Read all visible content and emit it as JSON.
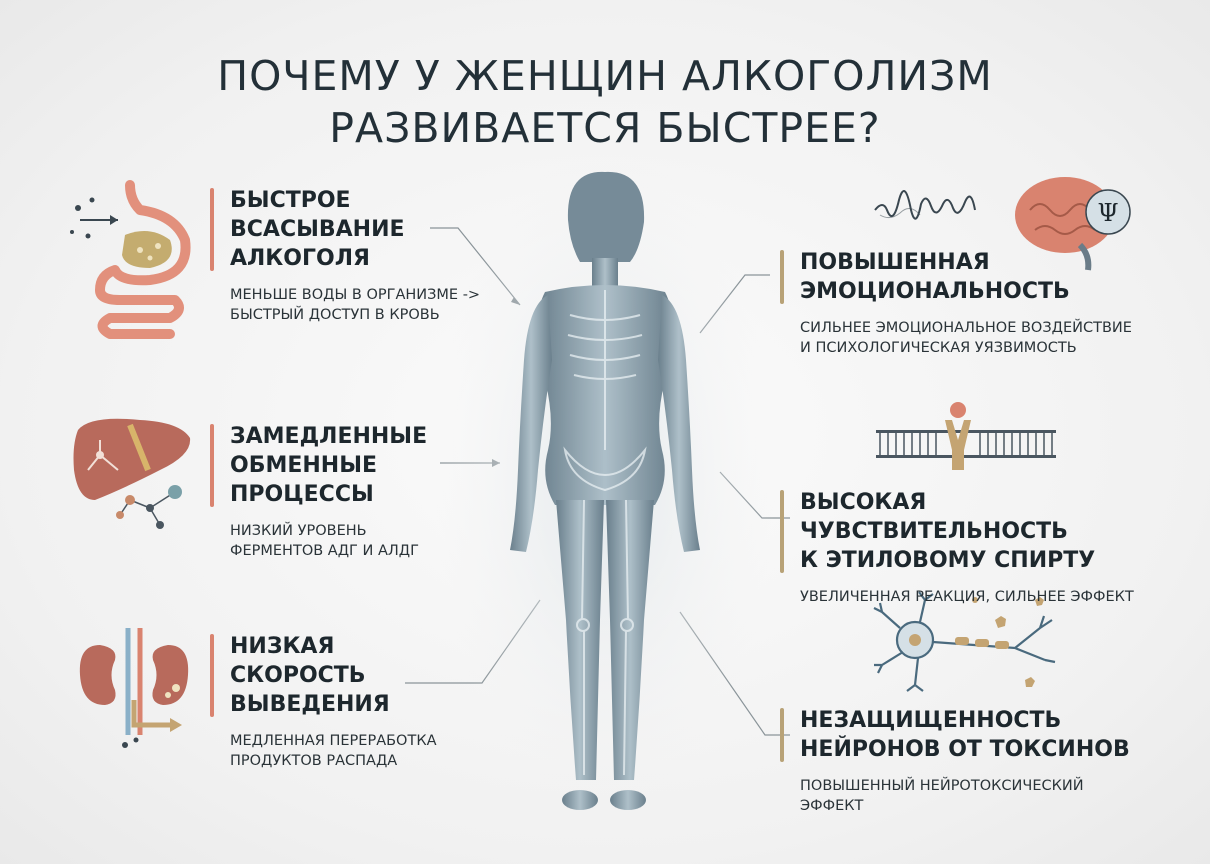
{
  "title": {
    "line1": "ПОЧЕМУ У ЖЕНЩИН АЛКОГОЛИЗМ",
    "line2": "РАЗВИВАЕТСЯ БЫСТРЕЕ?"
  },
  "left": [
    {
      "heading": "БЫСТРОЕ\nВСАСЫВАНИЕ\nАЛКОГОЛЯ",
      "text": "МЕНЬШЕ ВОДЫ В ОРГАНИЗМЕ ->\nБЫСТРЫЙ ДОСТУП В КРОВЬ",
      "icon": "stomach-icon"
    },
    {
      "heading": "ЗАМЕДЛЕННЫЕ\nОБМЕННЫЕ\nПРОЦЕССЫ",
      "text": "НИЗКИЙ УРОВЕНЬ\nФЕРМЕНТОВ АДГ И АЛДГ",
      "icon": "liver-icon"
    },
    {
      "heading": "НИЗКАЯ\nСКОРОСТЬ\nВЫВЕДЕНИЯ",
      "text": "МЕДЛЕННАЯ ПЕРЕРАБОТКА\nПРОДУКТОВ РАСПАДА",
      "icon": "kidney-icon"
    }
  ],
  "right": [
    {
      "heading": "ПОВЫШЕННАЯ\nЭМОЦИОНАЛЬНОСТЬ",
      "text": "СИЛЬНЕЕ ЭМОЦИОНАЛЬНОЕ ВОЗДЕЙСТВИЕ\nИ ПСИХОЛОГИЧЕСКАЯ УЯЗВИМОСТЬ",
      "icon": "brain-psi-icon"
    },
    {
      "heading": "ВЫСОКАЯ ЧУВСТВИТЕЛЬНОСТЬ\nК ЭТИЛОВОМУ СПИРТУ",
      "text": "УВЕЛИЧЕННАЯ РЕАКЦИЯ, СИЛЬНЕЕ ЭФФЕКТ",
      "icon": "cell-membrane-receptor-icon"
    },
    {
      "heading": "НЕЗАЩИЩЕННОСТЬ\nНЕЙРОНОВ ОТ ТОКСИНОВ",
      "text": "ПОВЫШЕННЫЙ НЕЙРОТОКСИЧЕСКИЙ\nЭФФЕКТ",
      "icon": "neuron-icon"
    }
  ],
  "colors": {
    "title": "#233038",
    "accent_left": "#d9836f",
    "accent_right": "#b8a277",
    "body": "#7f97a4",
    "organ": "#e2907c",
    "liver": "#b86a5c",
    "gold": "#c4a472"
  },
  "center_figure": "female-body-xray-icon"
}
